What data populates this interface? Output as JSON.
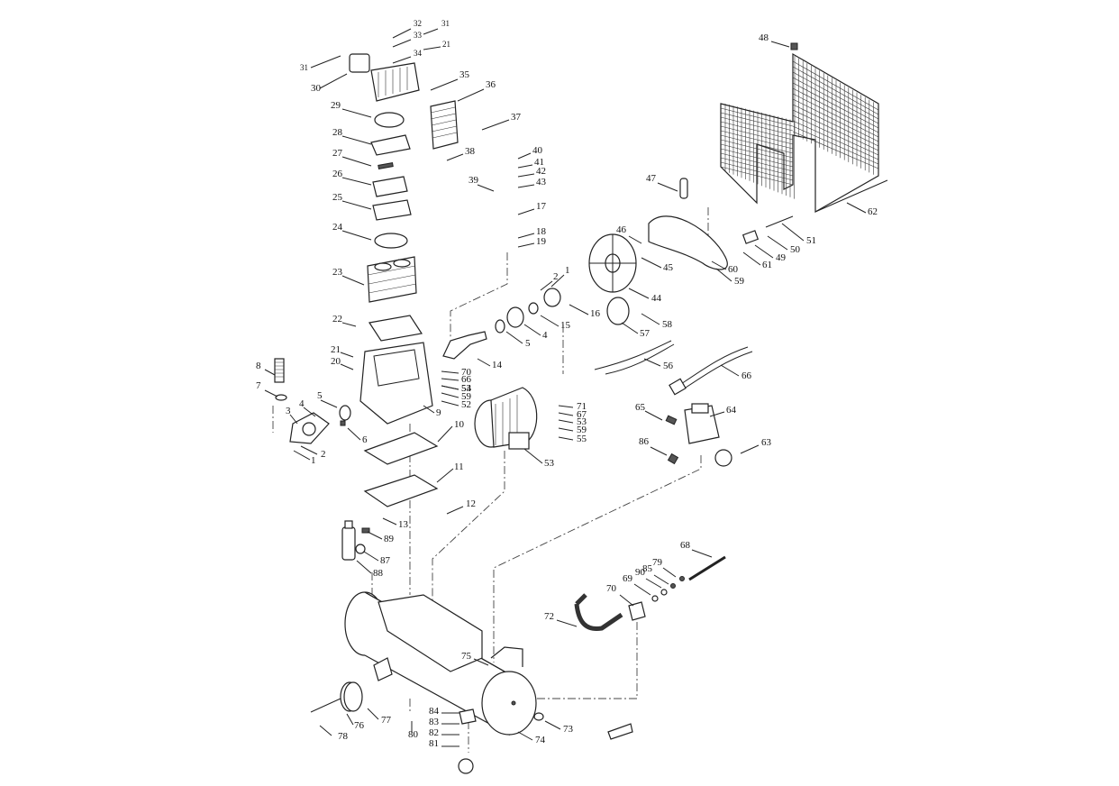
{
  "diagram": {
    "callout_labels": [
      "1",
      "2",
      "3",
      "4",
      "5",
      "6",
      "7",
      "8",
      "9",
      "10",
      "11",
      "12",
      "13",
      "14",
      "15",
      "16",
      "17",
      "18",
      "19",
      "20",
      "21",
      "22",
      "23",
      "24",
      "25",
      "26",
      "27",
      "28",
      "29",
      "30",
      "31",
      "32",
      "33",
      "34",
      "35",
      "36",
      "37",
      "38",
      "39",
      "40",
      "41",
      "42",
      "43",
      "44",
      "45",
      "46",
      "47",
      "48",
      "49",
      "50",
      "51",
      "52",
      "53",
      "54",
      "55",
      "56",
      "57",
      "58",
      "59",
      "60",
      "61",
      "62",
      "63",
      "64",
      "65",
      "66",
      "67",
      "68",
      "69",
      "70",
      "71",
      "72",
      "73",
      "74",
      "75",
      "76",
      "77",
      "78",
      "79",
      "80",
      "81",
      "82",
      "83",
      "84",
      "85",
      "86",
      "87",
      "88",
      "89",
      "90"
    ]
  }
}
